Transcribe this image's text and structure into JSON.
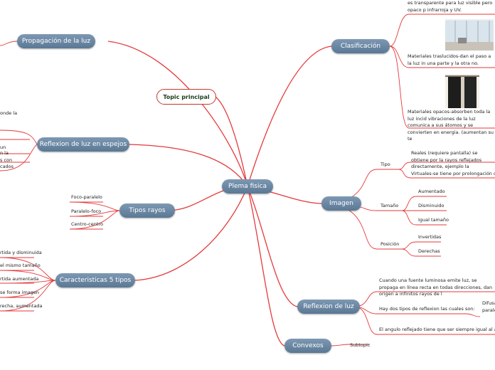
{
  "central": "Plema fisica",
  "topic_principal": "Topic principal",
  "left": {
    "propagacion": "Propagación de la luz",
    "reflexion_espejos": {
      "label": "Reflexion de luz en espejos",
      "frag_1": "onde la",
      "frag_2": "un",
      "frag_3": "n la",
      "frag_4": "s con",
      "frag_5": "cados"
    },
    "tipos_rayos": {
      "label": "Tipos rayos",
      "items": [
        "Foco-paralelo",
        "Paralelo-foco",
        "Centro-centro"
      ]
    },
    "caracteristicas": {
      "label": "Caracteristicas 5 tipos",
      "items": [
        "rtida y disminuida",
        "el mismo tamaño",
        "rtida aumentada",
        "se forma imagen",
        "recha, aumentada"
      ]
    }
  },
  "right": {
    "clasificacion": {
      "label": "Clasificación",
      "items": [
        "es transparente para luz visible pero opaco p infrarroja y UV.",
        "Materiales traslucidos-dan el paso a la luz in una parte y la otra no.",
        "Materiales opacos-absorben toda la luz incid vibraciones de la luz comunica a sus átomos y se convierten en energia. (aumentan su te"
      ]
    },
    "imagen": {
      "label": "Imagen",
      "tipo": {
        "label": "Tipo",
        "items": [
          "Reales (requiere pantalla) se obtiene por la rayos reflejados directamente, ejemplo la",
          "Virtuales-se tiene por prolongación de rayo"
        ]
      },
      "tamano": {
        "label": "Tamaño",
        "items": [
          "Aumentado",
          "Disminuido",
          "Igual tamaño"
        ]
      },
      "posicion": {
        "label": "Posición",
        "items": [
          "Invertidas",
          "Derechas"
        ]
      }
    },
    "reflexion_luz": {
      "label": "Reflexion de luz",
      "items": [
        "Cuando una fuente luminosa emite luz, se propaga en línea recta en todas direcciones, dan origen a infinitos rayos de l",
        "Hay dos tipos de reflexion las cuales son:",
        "El angulo reflejado tiene que ser siempre igual al ángulo in"
      ],
      "sub": "Difusa paralela"
    },
    "convexos": {
      "label": "Convexos",
      "sub": "Subtopic"
    }
  },
  "colors": {
    "branch": "#e0383a",
    "pill": "#6a87a3",
    "topic_border": "#c0392b"
  }
}
